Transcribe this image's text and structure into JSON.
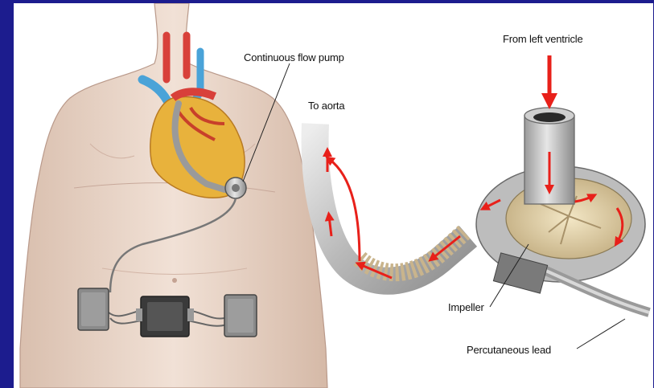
{
  "labels": {
    "pump": "Continuous flow pump",
    "from_lv": "From left ventricle",
    "to_aorta": "To aorta",
    "impeller": "Impeller",
    "lead": "Percutaneous lead"
  },
  "colors": {
    "frame": "#1c1c8e",
    "skin": "#e9d6c9",
    "heart": "#e8b23c",
    "vessel_blue": "#4aa3d8",
    "vessel_red": "#d8403a",
    "flow_arrow": "#e8201a",
    "device_gray": "#a8a8a8"
  }
}
